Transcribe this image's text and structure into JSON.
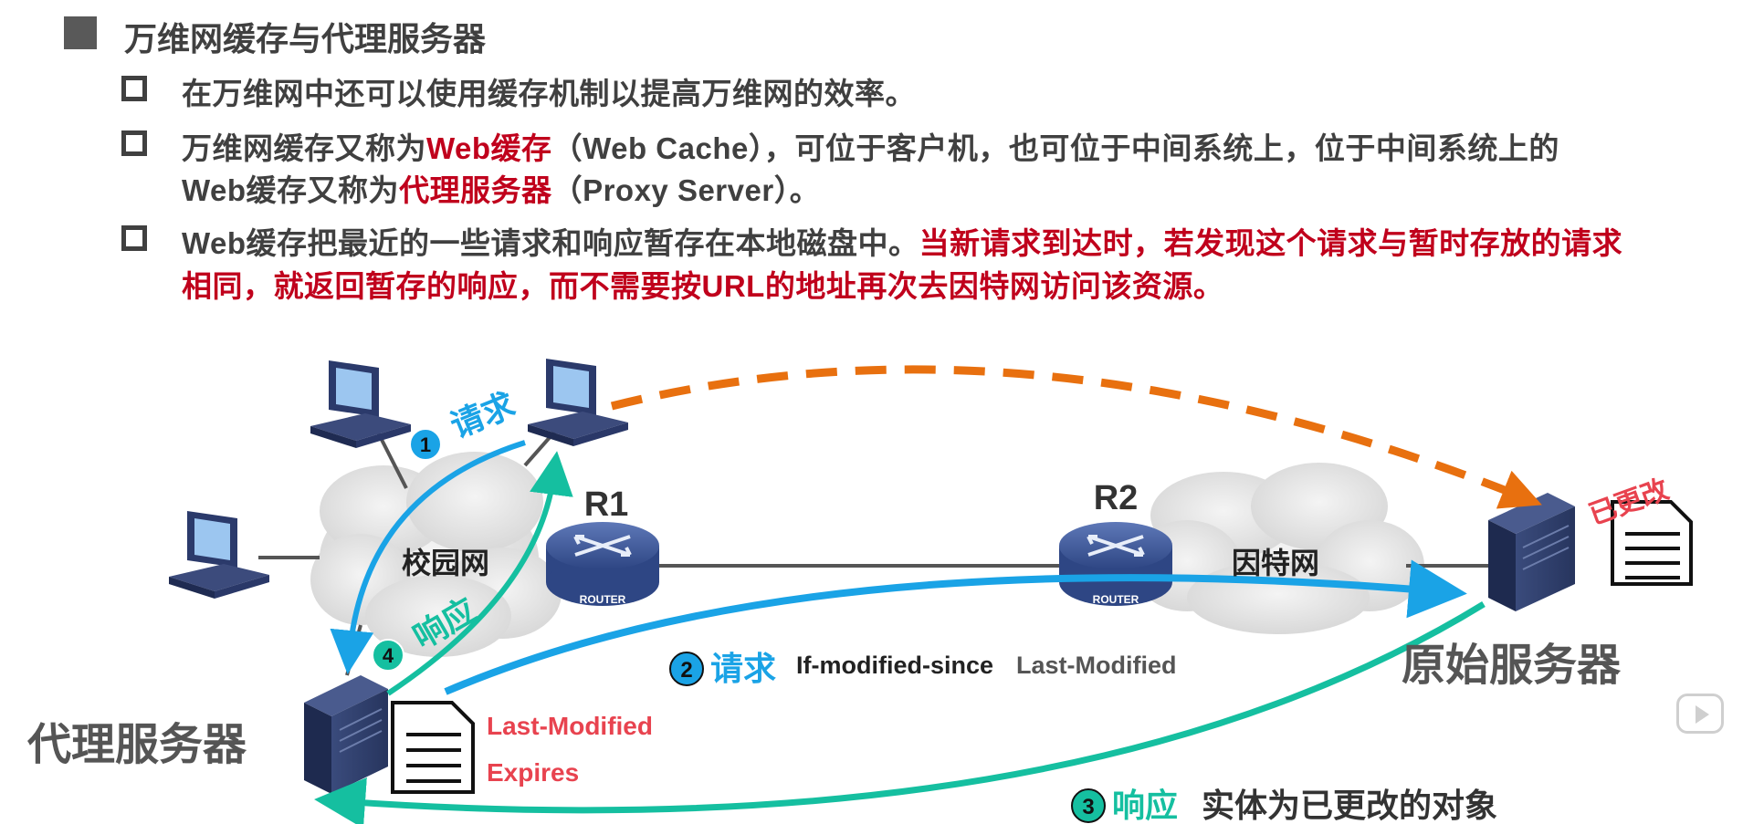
{
  "heading": "万维网缓存与代理服务器",
  "bullets": [
    {
      "lines": [
        [
          {
            "t": "在万维网中还可以使用缓存机制以提高万维网的效率。",
            "c": ""
          }
        ]
      ]
    },
    {
      "lines": [
        [
          {
            "t": "万维网缓存又称为",
            "c": ""
          },
          {
            "t": "Web缓存",
            "c": "red"
          },
          {
            "t": "（Web Cache），可位于客户机，也可位于中间系统上，位于中间系统上的",
            "c": ""
          }
        ],
        [
          {
            "t": "Web缓存又称为",
            "c": ""
          },
          {
            "t": "代理服务器",
            "c": "red"
          },
          {
            "t": "（Proxy Server）。",
            "c": ""
          }
        ]
      ]
    },
    {
      "lines": [
        [
          {
            "t": "Web缓存把最近的一些请求和响应暂存在本地磁盘中。",
            "c": ""
          },
          {
            "t": "当新请求到达时，若发现这个请求与暂时存放的请求",
            "c": "red"
          }
        ],
        [
          {
            "t": "相同，就返回暂存的响应，而不需要按URL的地址再次去因特网访问该资源。",
            "c": "red"
          }
        ]
      ]
    }
  ],
  "diagram": {
    "campus_label": "校园网",
    "internet_label": "因特网",
    "r1_label": "R1",
    "r2_label": "R2",
    "router_text": "ROUTER",
    "proxy_label": "代理服务器",
    "origin_label": "原始服务器",
    "changed_label": "已更改",
    "step1_num": "1",
    "step1_label": "请求",
    "step2_num": "2",
    "step2_label": "请求",
    "step2_header": "If-modified-since",
    "step2_value": "Last-Modified",
    "step3_num": "3",
    "step3_label": "响应",
    "step3_desc": "实体为已更改的对象",
    "step4_num": "4",
    "step4_label": "响应",
    "doc_line1": "Last-Modified",
    "doc_line2": "Expires",
    "colors": {
      "request": "#1aa3e6",
      "response": "#15bfa0",
      "direct": "#e8700f",
      "emphasis": "#c0001c",
      "server": "#2f3e6a"
    }
  }
}
